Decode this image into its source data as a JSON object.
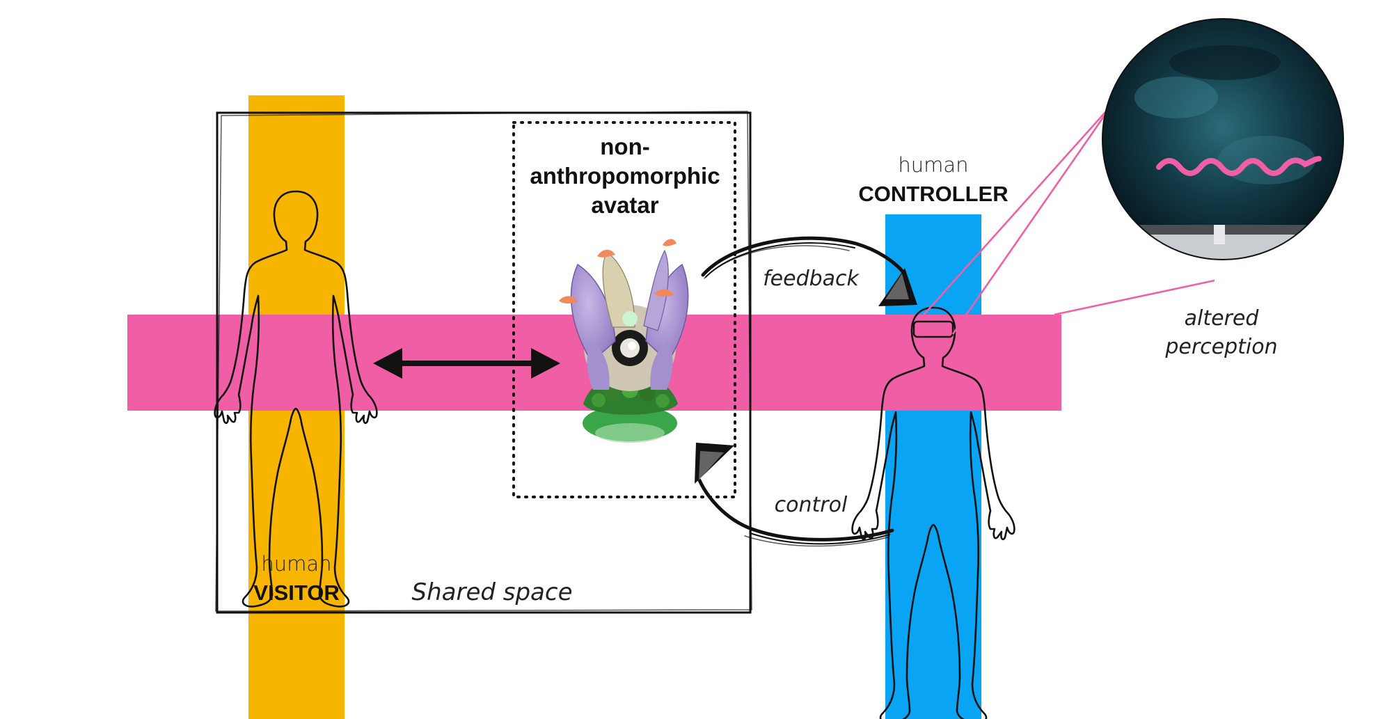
{
  "colors": {
    "visitor_band": "#F7B500",
    "controller_band": "#0AA4F5",
    "interaction_band": "#F05FA5",
    "outline": "#111111",
    "pink_line": "#F05FA5"
  },
  "labels": {
    "avatar_line1": "non-",
    "avatar_line2": "anthropomorphic",
    "avatar_line3": "avatar",
    "controller_prefix": "human",
    "controller_name": "CONTROLLER",
    "visitor_prefix": "human",
    "visitor_name": "VISITOR",
    "shared_space": "Shared space",
    "feedback": "feedback",
    "control": "control",
    "altered_line1": "altered",
    "altered_line2": "perception"
  },
  "icons": {
    "visitor": "person-outline-icon",
    "controller": "person-outline-icon",
    "avatar": "flower-robot-avatar-icon",
    "headset": "vr-headset-icon",
    "view": "vr-view-icon"
  }
}
